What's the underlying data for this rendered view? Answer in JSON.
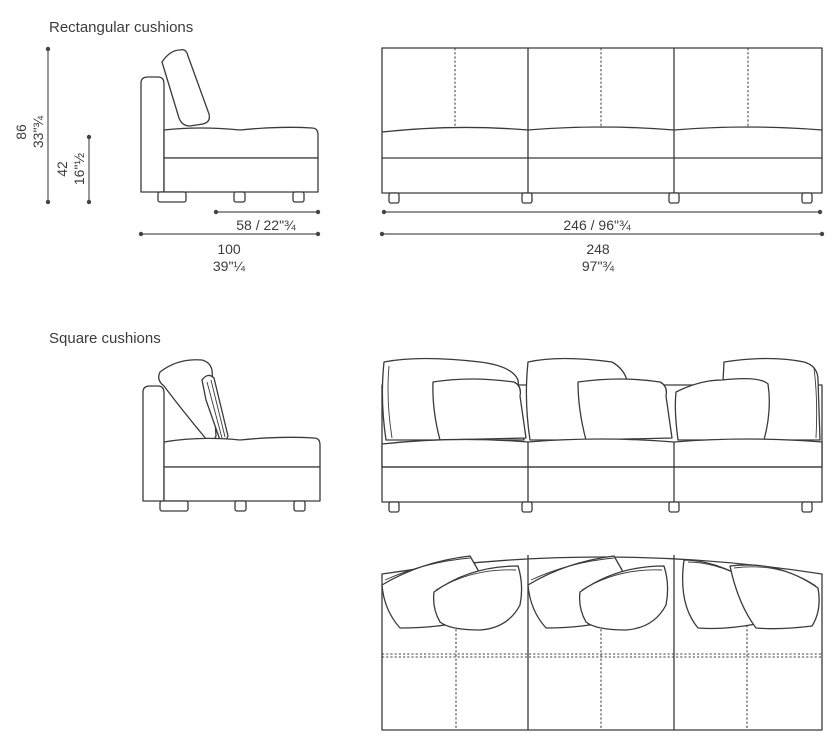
{
  "sections": [
    {
      "id": "rect",
      "title": "Rectangular cushions"
    },
    {
      "id": "square",
      "title": "Square cushions"
    }
  ],
  "dimensions": {
    "height_total_cm": "86",
    "height_total_in": "33\"¾",
    "seat_height_cm": "42",
    "seat_height_in": "16\"½",
    "seat_depth": "58 / 22\"¾",
    "depth_cm": "100",
    "depth_in": "39\"¼",
    "inner_width": "246 / 96\"¾",
    "width_cm": "248",
    "width_in": "97\"¾"
  }
}
